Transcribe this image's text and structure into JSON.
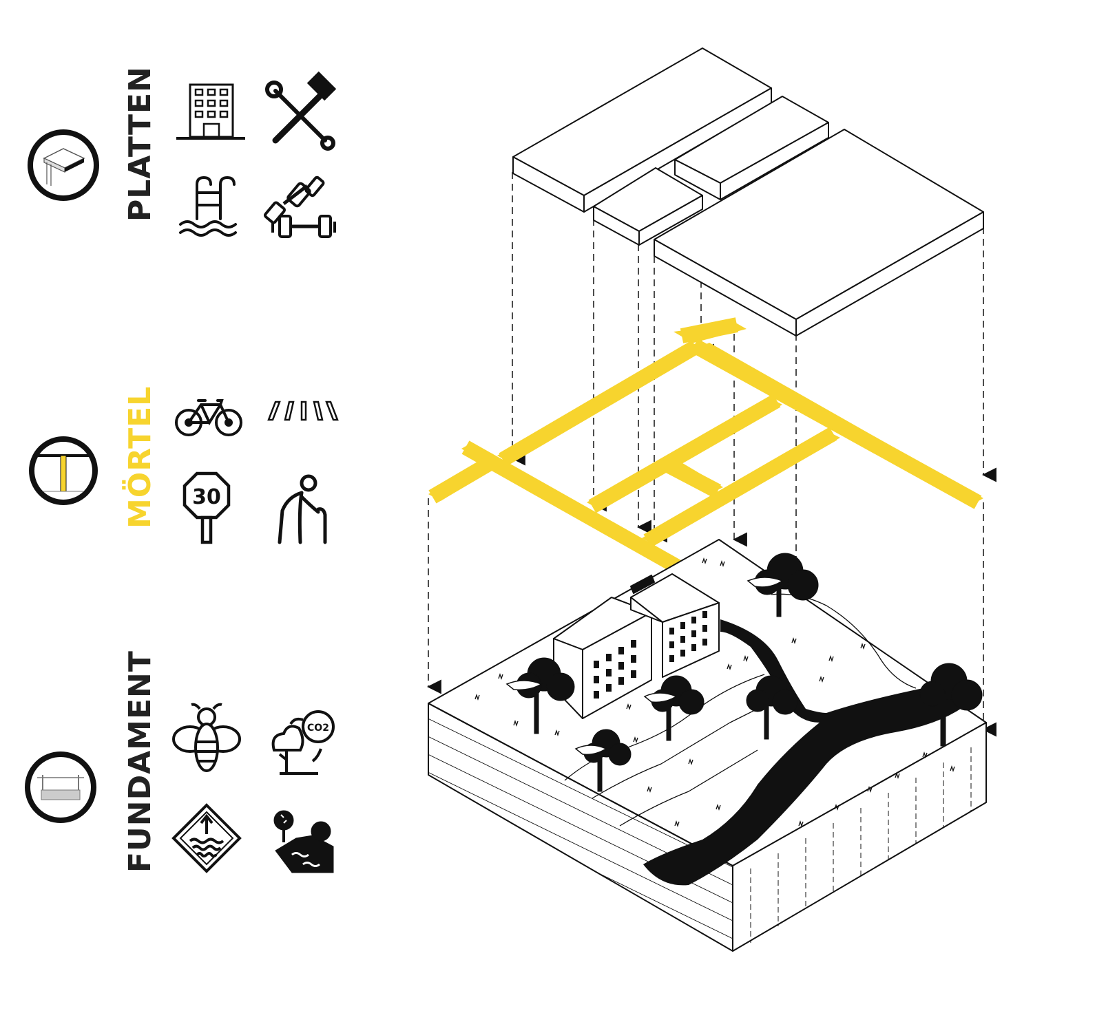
{
  "layers": [
    {
      "id": "platten",
      "label": "PLATTEN",
      "label_color": "#222222",
      "symbol": "slab-on-column-symbol",
      "icons": [
        "apartment-building-icon",
        "wrench-hammer-icon",
        "pool-ladder-icon",
        "dumbbell-icon"
      ]
    },
    {
      "id": "moertel",
      "label": "MÖRTEL",
      "label_color": "#F7D42E",
      "symbol": "column-between-slabs-symbol",
      "icons": [
        "bicycle-icon",
        "crosswalk-icon",
        "speed-limit-sign-icon",
        "elderly-person-icon"
      ],
      "speed_limit_text": "30"
    },
    {
      "id": "fundament",
      "label": "FUNDAMENT",
      "label_color": "#222222",
      "symbol": "foundation-symbol",
      "icons": [
        "bee-icon",
        "tree-co2-icon",
        "flood-warning-icon",
        "river-trees-icon"
      ],
      "co2_text": "CO2"
    }
  ],
  "colors": {
    "ink": "#111111",
    "accent": "#F7D42E",
    "paper": "#ffffff"
  }
}
